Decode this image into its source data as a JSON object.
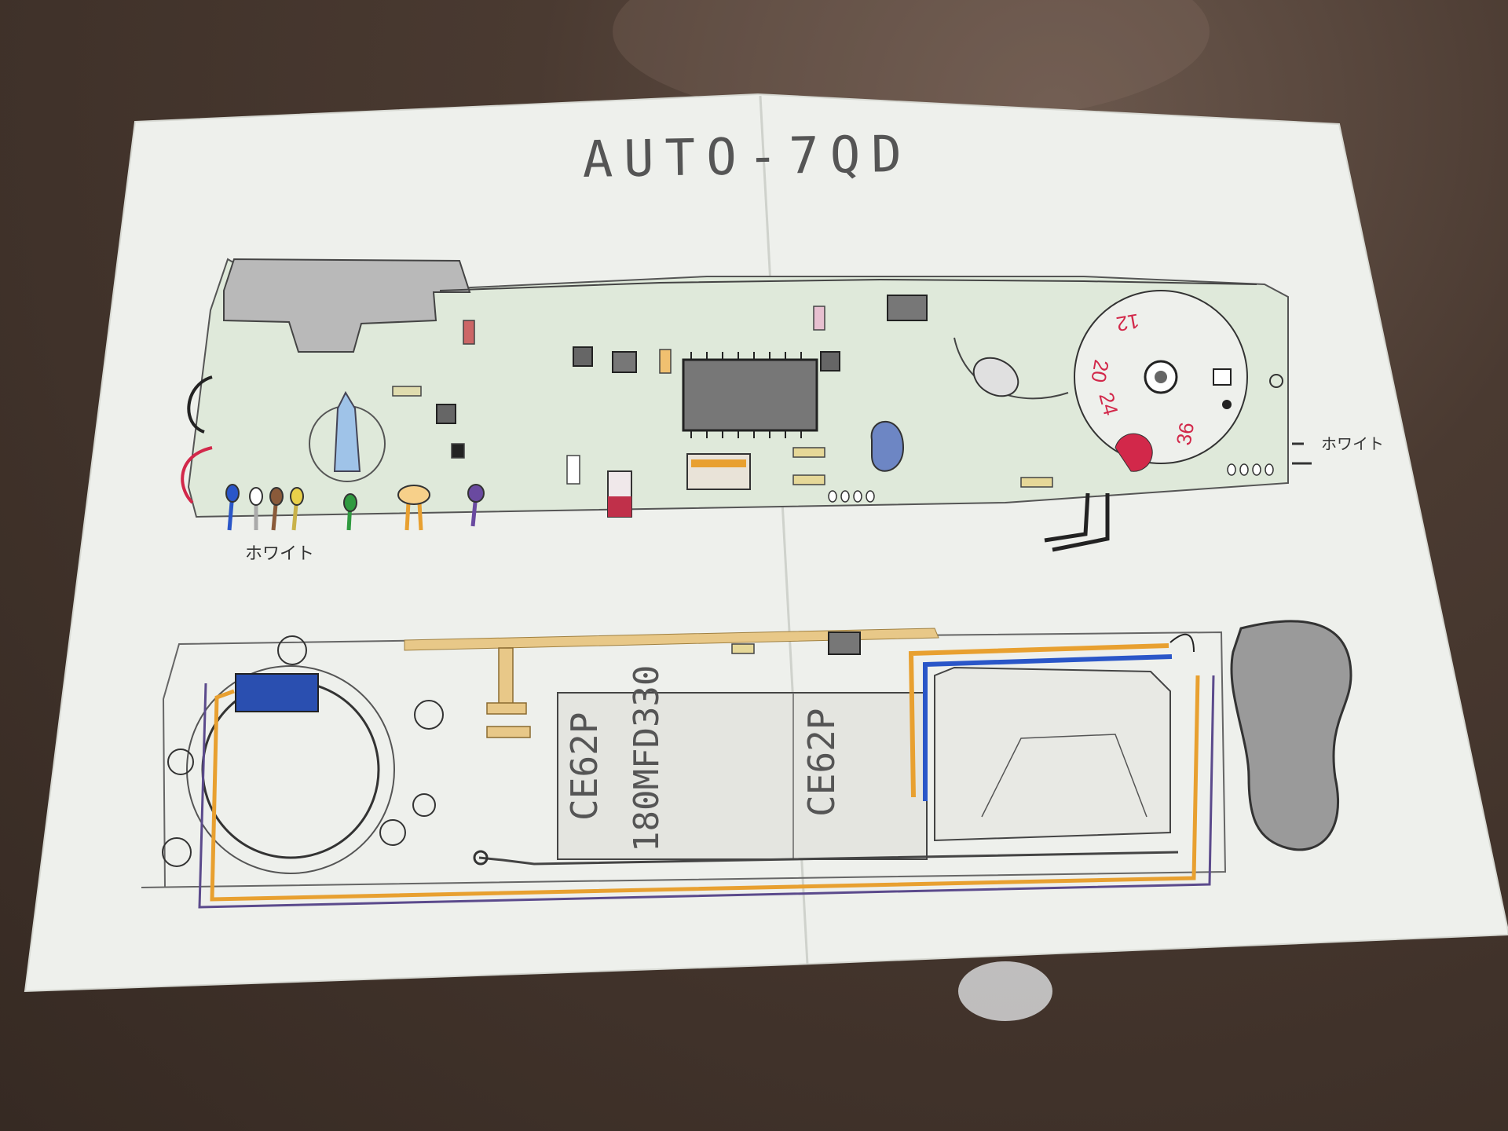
{
  "title": "AUTO-7QD",
  "labels": {
    "white_left": "ホワイト",
    "white_right": "ホワイト",
    "cap1": "CE62P",
    "cap2": "180MFD330",
    "cap3": "CE62P"
  },
  "dial": {
    "numbers": [
      "12",
      "20",
      "24",
      "36"
    ]
  },
  "colors": {
    "table": "#3f3129",
    "paper": "#eef0ec",
    "board": "#d8e6d4",
    "orange_wire": "#e8a030",
    "blue_wire": "#2a56c8",
    "purple_wire": "#5b4a8c",
    "red_ink": "#d2284a"
  }
}
